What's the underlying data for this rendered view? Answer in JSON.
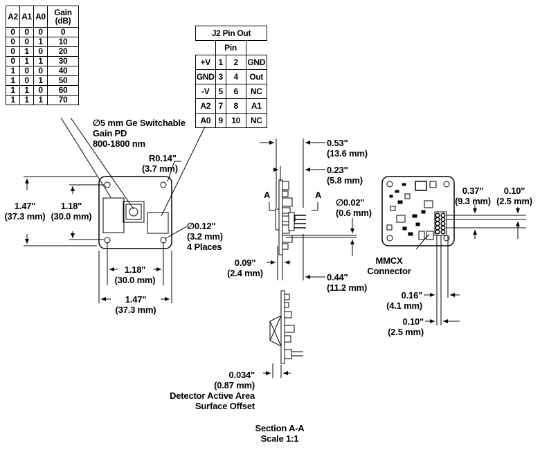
{
  "gain_table": {
    "headers": [
      "A2",
      "A1",
      "A0",
      "Gain (dB)"
    ],
    "rows": [
      [
        "0",
        "0",
        "0",
        "0"
      ],
      [
        "0",
        "0",
        "1",
        "10"
      ],
      [
        "0",
        "1",
        "0",
        "20"
      ],
      [
        "0",
        "1",
        "1",
        "30"
      ],
      [
        "1",
        "0",
        "0",
        "40"
      ],
      [
        "1",
        "0",
        "1",
        "50"
      ],
      [
        "1",
        "1",
        "0",
        "60"
      ],
      [
        "1",
        "1",
        "1",
        "70"
      ]
    ]
  },
  "j2_table": {
    "title": "J2 Pin Out",
    "pin_header": "Pin",
    "rows": [
      [
        "+V",
        "1",
        "2",
        "GND"
      ],
      [
        "GND",
        "3",
        "4",
        "Out"
      ],
      [
        "-V",
        "5",
        "6",
        "NC"
      ],
      [
        "A2",
        "7",
        "8",
        "A1"
      ],
      [
        "A0",
        "9",
        "10",
        "NC"
      ]
    ]
  },
  "labels": {
    "photodiode": [
      "∅5 mm Ge Switchable",
      "Gain PD",
      "800-1800 nm"
    ],
    "radius": [
      "R0.14\"",
      "(3.7 mm)"
    ],
    "hole": [
      "∅0.12\"",
      "(3.2 mm)",
      "4 Places"
    ],
    "height_outer": [
      "1.47\"",
      "(37.3 mm)"
    ],
    "height_inner": [
      "1.18\"",
      "(30.0 mm)"
    ],
    "width_inner": [
      "1.18\"",
      "(30.0 mm)"
    ],
    "width_outer": [
      "1.47\"",
      "(37.3 mm)"
    ],
    "side_total": [
      "0.53\"",
      "(13.6 mm)"
    ],
    "side_023": [
      "0.23\"",
      "(5.8 mm)"
    ],
    "pin_dia": [
      "∅0.02\"",
      "(0.6 mm)"
    ],
    "side_009": [
      "0.09\"",
      "(2.4 mm)"
    ],
    "side_044": [
      "0.44\"",
      "(11.2 mm)"
    ],
    "section_a_left": "A",
    "section_a_right": "A",
    "back_037": [
      "0.37\"",
      "(9.3 mm)"
    ],
    "back_010_right": [
      "0.10\"",
      "(2.5 mm)"
    ],
    "mmcx": [
      "MMCX",
      "Connector"
    ],
    "back_016": [
      "0.16\"",
      "(4.1 mm)"
    ],
    "back_010_bottom": [
      "0.10\"",
      "(2.5 mm)"
    ],
    "offset": [
      "0.034\"",
      "(0.87 mm)",
      "Detector Active Area",
      "Surface Offset"
    ],
    "section_title": [
      "Section A-A",
      "Scale 1:1"
    ]
  }
}
